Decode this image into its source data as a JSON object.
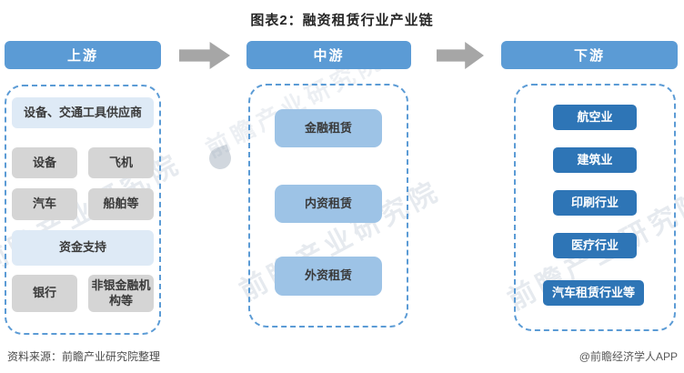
{
  "title": "图表2：融资租赁行业产业链",
  "watermark": {
    "text": "前瞻产业研究院"
  },
  "colors": {
    "header_blue": "#5B9BD5",
    "light_blue_box": "#DEEAF6",
    "mid_blue_box": "#9DC3E6",
    "dark_blue_box": "#2E75B6",
    "gray_box": "#D5D5D5",
    "arrow_gray": "#A6A6A6",
    "dashed_border": "#5B9BD5"
  },
  "columns": [
    {
      "header": "上游",
      "supplier_group_label": "设备、交通工具供应商",
      "supplier_items": [
        "设备",
        "飞机",
        "汽车",
        "船舶等"
      ],
      "funding_group_label": "资金支持",
      "funding_items": [
        "银行",
        "非银金融机构等"
      ]
    },
    {
      "header": "中游",
      "items": [
        "金融租赁",
        "内资租赁",
        "外资租赁"
      ]
    },
    {
      "header": "下游",
      "items": [
        "航空业",
        "建筑业",
        "印刷行业",
        "医疗行业",
        "汽车租赁行业等"
      ]
    }
  ],
  "footer": {
    "source": "资料来源：前瞻产业研究院整理",
    "credit": "@前瞻经济学人APP"
  }
}
